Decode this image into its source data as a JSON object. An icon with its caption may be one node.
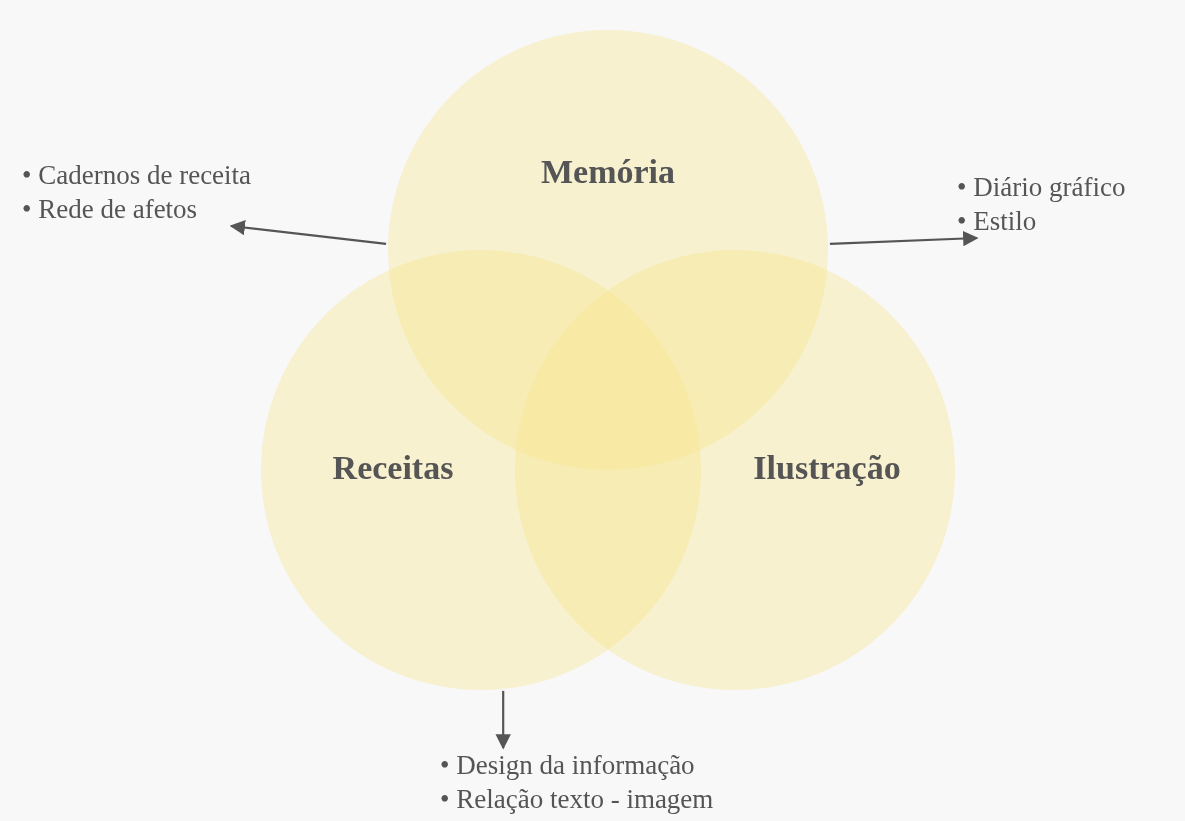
{
  "diagram": {
    "nodes": [
      {
        "text": [
          "• Cadernos de receita",
          "• Rede de afetos"
        ]
      },
      {
        "text": [
          "Memória"
        ]
      },
      {
        "text": [
          "• Diário gráfico",
          "• Estilo"
        ]
      },
      {
        "text": [
          "Receitas"
        ]
      },
      {
        "text": [
          "Ilustração"
        ]
      },
      {
        "text": [
          "• Design da informação",
          "• Relação texto - imagem"
        ]
      }
    ],
    "edges": [
      {
        "from": 1,
        "to": 0,
        "arrow": "to"
      },
      {
        "from": 1,
        "to": 2,
        "arrow": "to"
      },
      {
        "from": 3,
        "to": 5,
        "arrow": "to"
      }
    ]
  }
}
